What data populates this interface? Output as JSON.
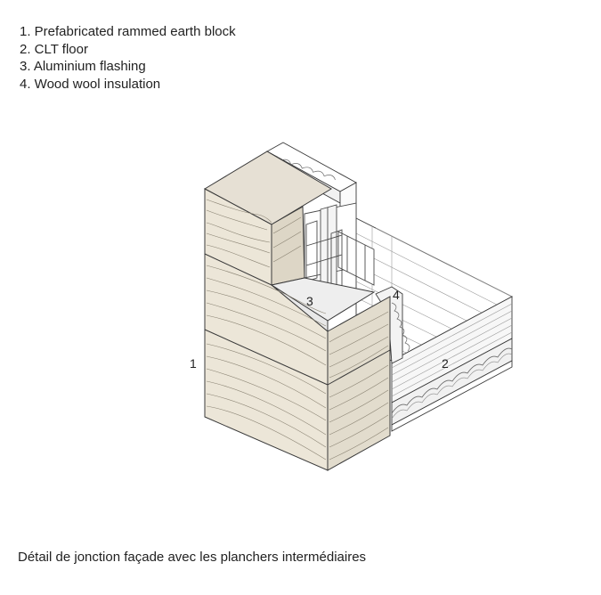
{
  "legend": {
    "items": [
      "1. Prefabricated rammed earth block",
      "2.  CLT floor",
      "3.  Aluminium flashing",
      "4.  Wood wool insulation"
    ]
  },
  "callouts": {
    "one": "1",
    "two": "2",
    "three": "3",
    "four": "4"
  },
  "caption": "Détail de jonction façade avec les planchers intermédiaires",
  "colors": {
    "earth_top": "#e6e0d4",
    "earth_left": "#ece6d8",
    "earth_front": "#e2dccd",
    "strata_line": "#8a8373",
    "outline": "#3a3a3a",
    "clt": "#ffffff",
    "insulation": "#f4f4f4"
  }
}
